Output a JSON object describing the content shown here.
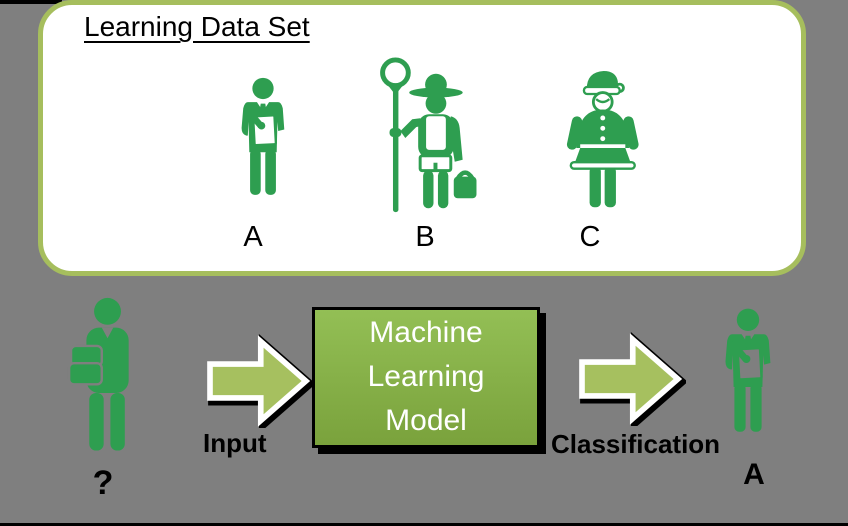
{
  "colors": {
    "background_gray": "#7f7f7f",
    "panel_white": "#ffffff",
    "panel_border_green": "#a6be5d",
    "icon_green": "#2e9e50",
    "arrow_green": "#a6c05f",
    "box_gradient_top": "#93bf55",
    "box_gradient_bottom": "#7aa23c",
    "box_text_white": "#ffffff",
    "text_black": "#000000"
  },
  "learning_box": {
    "title": "Learning Data Set",
    "items": [
      {
        "label": "A",
        "icon": "teacher-person-icon"
      },
      {
        "label": "B",
        "icon": "farmer-person-icon"
      },
      {
        "label": "C",
        "icon": "santa-person-icon"
      }
    ]
  },
  "flow": {
    "input_person_icon": "student-person-icon",
    "input_person_label": "?",
    "input_arrow_label": "Input",
    "model_lines": [
      "Machine",
      "Learning",
      "Model"
    ],
    "output_arrow_label": "Classification",
    "output_person_icon": "teacher-person-icon",
    "output_person_label": "A"
  }
}
